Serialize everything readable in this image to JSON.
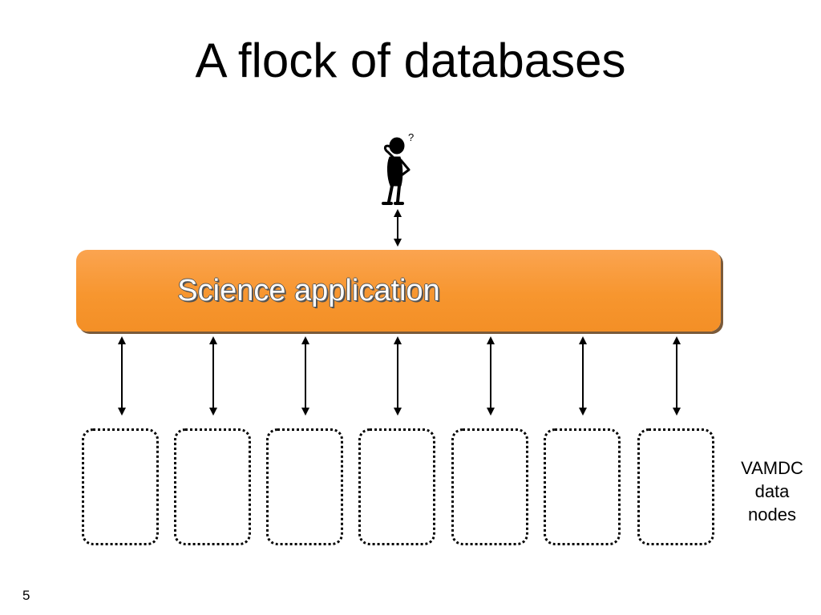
{
  "slide": {
    "title": "A flock of databases",
    "page_number": "5"
  },
  "diagram": {
    "user_icon": "thinking-person-icon",
    "application_label": "Science application",
    "application_color": "#f7962f",
    "node_count": 7,
    "nodes_label_lines": [
      "VAMDC",
      "data",
      "nodes"
    ]
  }
}
